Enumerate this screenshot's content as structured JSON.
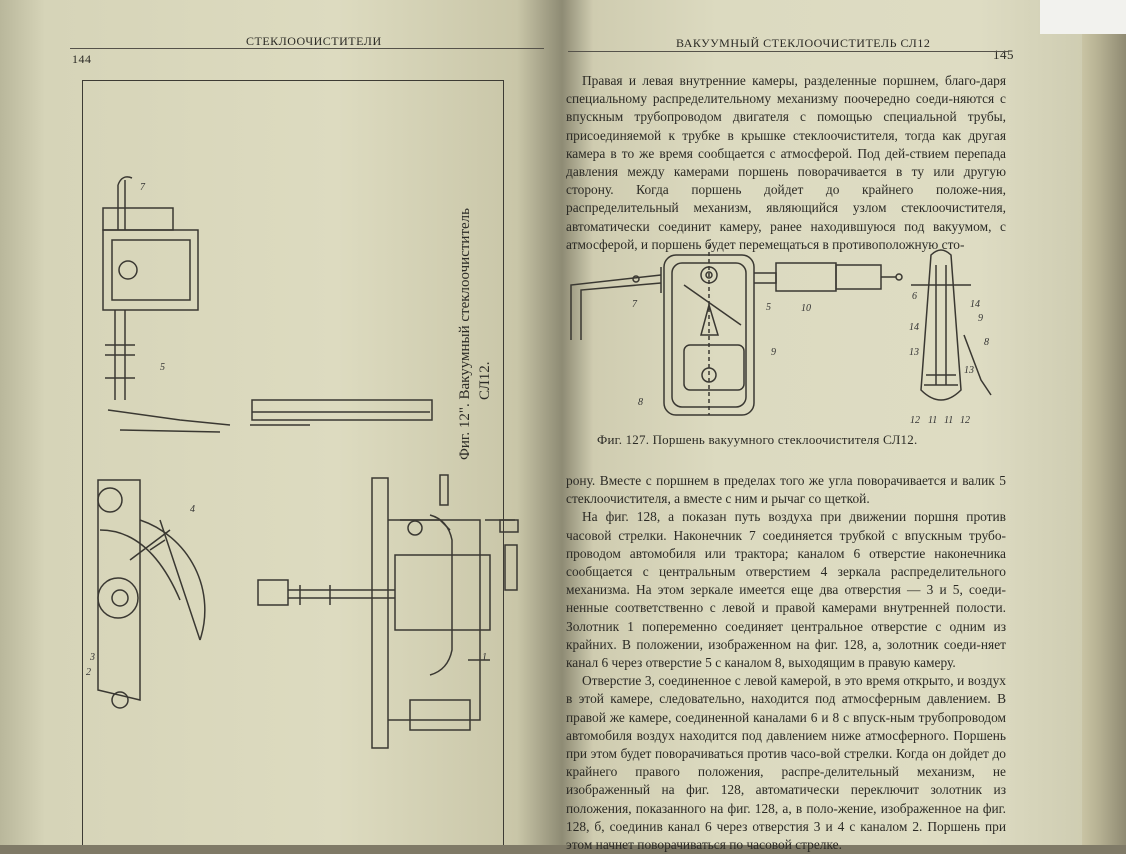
{
  "left_page": {
    "page_number": "144",
    "running_header": "СТЕКЛООЧИСТИТЕЛИ",
    "figure_caption_line1": "Фиг. 12\". Вакуумный стеклоочиститель",
    "figure_caption_line2": "СЛ12.",
    "labels": {
      "l7": "7",
      "l5": "5",
      "l4": "4",
      "l1": "1",
      "l2": "2",
      "l3": "3"
    }
  },
  "right_page": {
    "page_number": "145",
    "running_header": "ВАКУУМНЫЙ СТЕКЛООЧИСТИТЕЛЬ СЛ12",
    "paragraph1": "Правая и левая внутренние камеры, разделенные поршнем, благо-даря специальному распределительному механизму поочередно соеди-няются с впускным трубопроводом двигателя с помощью специальной трубы, присоединяемой к трубке в крышке стеклоочистителя, тогда как другая камера в то же время сообщается с атмосферой. Под дей-ствием перепада давления между камерами поршень поворачивается в ту или другую сторону. Когда поршень дойдет до крайнего положе-ния, распределительный механизм, являющийся узлом стеклоочистителя, автоматически соединит камеру, ранее находившуюся под вакуумом, с атмосферой, и поршень будет перемещаться в противоположную сто-",
    "figure_caption": "Фиг. 127. Поршень вакуумного стеклоочистителя СЛ12.",
    "figure_labels": {
      "a7": "7",
      "a5": "5",
      "a10": "10",
      "a9": "9",
      "a8": "8",
      "b6": "6",
      "b14a": "14",
      "b14b": "14",
      "b9": "9",
      "b8": "8",
      "b13a": "13",
      "b13b": "13",
      "b12a": "12",
      "b11a": "11",
      "b11b": "11",
      "b12b": "12"
    },
    "paragraph2": "рону. Вместе с поршнем в пределах того же угла поворачивается и валик 5 стеклоочистителя, а вместе с ним и рычаг со щеткой.",
    "paragraph3": "На фиг. 128, а показан путь воздуха при движении поршня против часовой стрелки. Наконечник 7 соединяется трубкой с впускным трубо-проводом автомобиля или трактора; каналом 6 отверстие наконечника сообщается с центральным отверстием 4 зеркала распределительного механизма. На этом зеркале имеется еще два отверстия — 3 и 5, соеди-ненные соответственно с левой и правой камерами внутренней полости. Золотник 1 попеременно соединяет центральное отверстие с одним из крайних. В положении, изображенном на фиг. 128, а, золотник соеди-няет канал 6 через отверстие 5 с каналом 8, выходящим в правую камеру.",
    "paragraph4": "Отверстие 3, соединенное с левой камерой, в это время открыто, и воздух в этой камере, следовательно, находится под атмосферным давлением. В правой же камере, соединенной каналами 6 и 8 с впуск-ным трубопроводом автомобиля воздух находится под давлением ниже атмосферного. Поршень при этом будет поворачиваться против часо-вой стрелки. Когда он дойдет до крайнего правого положения, распре-делительный механизм, не изображенный на фиг. 128, автоматически переключит золотник из положения, показанного на фиг. 128, а, в поло-жение, изображенное на фиг. 128, б, соединив канал 6 через отверстия 3 и 4 с каналом 2. Поршень при этом начнет поворачиваться по часовой стрелке."
  }
}
